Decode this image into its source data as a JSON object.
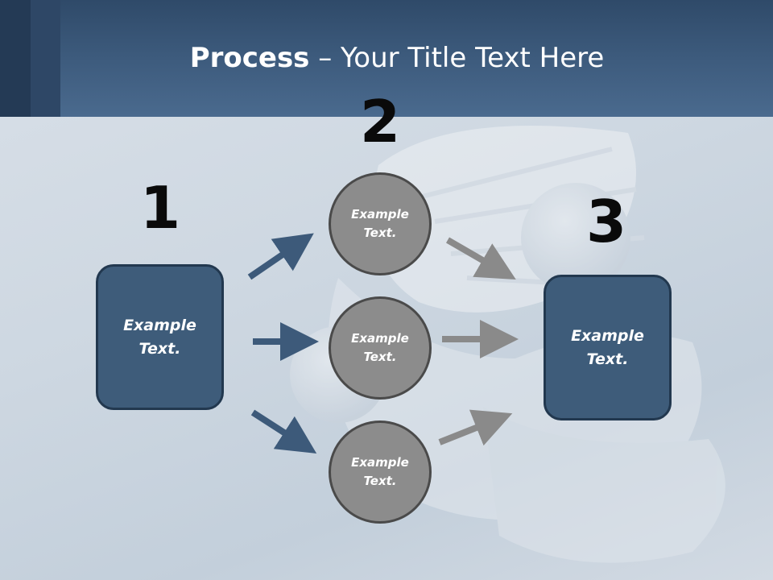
{
  "slide": {
    "title_bold": "Process",
    "title_rest": " – Your Title Text Here"
  },
  "steps": [
    {
      "number": "1"
    },
    {
      "number": "2"
    },
    {
      "number": "3"
    }
  ],
  "left_box": {
    "text": "Example\nText."
  },
  "circles": [
    {
      "text": "Example\nText."
    },
    {
      "text": "Example\nText."
    },
    {
      "text": "Example\nText."
    }
  ],
  "right_box": {
    "text": "Example\nText."
  },
  "colors": {
    "header": "#3d5b7d",
    "box_fill": "#3e5c7a",
    "circle_fill": "#8c8c8c",
    "blue_arrow": "#3d5a7a",
    "gray_arrow": "#8a8a8a"
  }
}
